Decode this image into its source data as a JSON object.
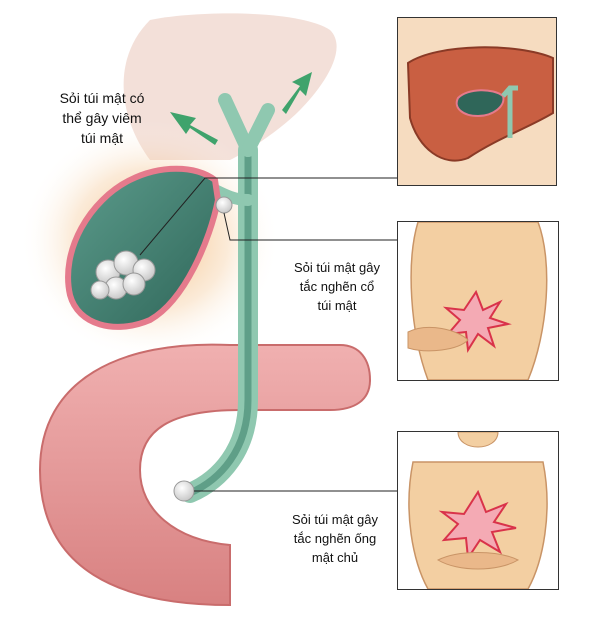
{
  "labels": {
    "inflammation": [
      "Sỏi túi mật có",
      "thể gây viêm",
      "túi mật"
    ],
    "neck_obstruction": [
      "Sỏi túi mật gây",
      "tắc nghẽn cổ",
      "túi mật"
    ],
    "duct_obstruction": [
      "Sỏi túi mật gây",
      "tắc nghẽn ống",
      "mật chủ"
    ]
  },
  "colors": {
    "intestine": "#e79a9a",
    "gallbladder": "#3f7f72",
    "bile_duct": "#8fc8b0",
    "liver": "#c95f42",
    "skin": "#f3cfa2",
    "pain": "#d9334a",
    "arrow": "#3fa36c"
  },
  "icons": [
    "gallstone-icon",
    "inflammation-arrow-icon",
    "pain-burst-icon"
  ]
}
